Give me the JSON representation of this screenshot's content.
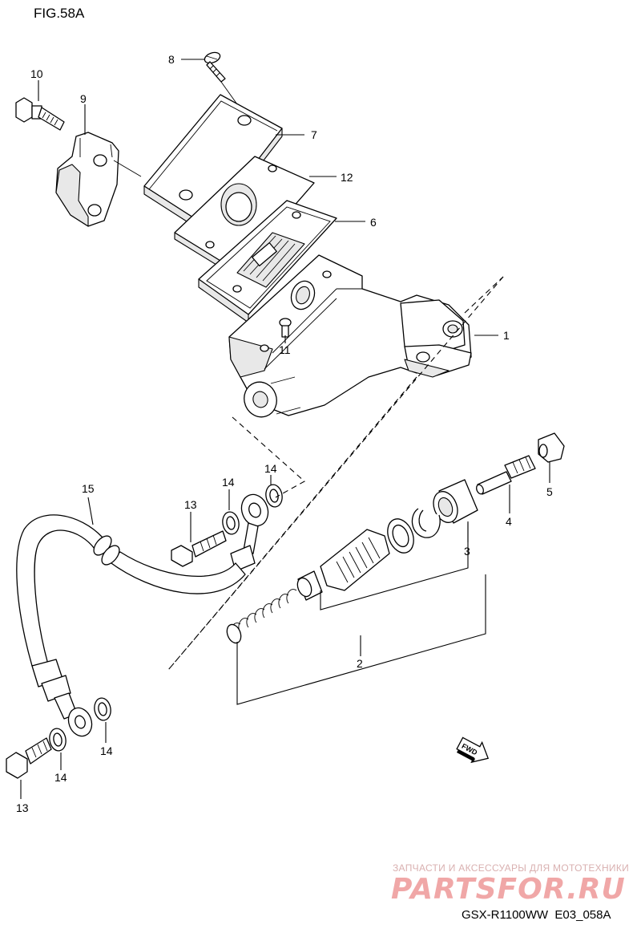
{
  "figure_label": "FIG.58A",
  "callouts": {
    "c1": "1",
    "c2": "2",
    "c3": "3",
    "c4": "4",
    "c5": "5",
    "c6": "6",
    "c7": "7",
    "c8": "8",
    "c9": "9",
    "c10": "10",
    "c11": "11",
    "c12": "12",
    "c13a": "13",
    "c13b": "13",
    "c14a": "14",
    "c14b": "14",
    "c14c": "14",
    "c14d": "14",
    "c15": "15"
  },
  "direction_arrow": {
    "text": "FWD",
    "icon": "fwd-arrow-icon"
  },
  "watermark": {
    "subtitle": "ЗАПЧАСТИ И АКСЕССУАРЫ ДЛЯ МОТОТЕХНИКИ",
    "logo_text": "PARTSFOR.RU",
    "color": "#f0a7a7"
  },
  "model_code": "GSX-R1100WW  E03_058A"
}
